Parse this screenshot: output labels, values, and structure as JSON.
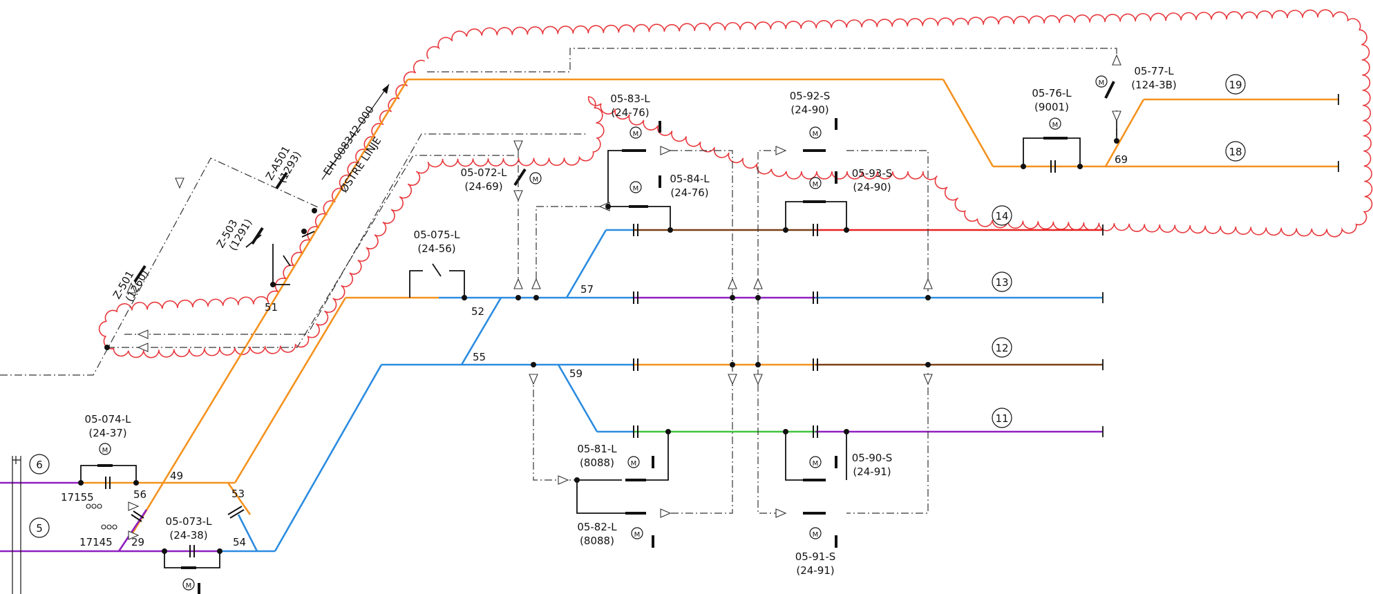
{
  "colors": {
    "orange": "#f5921e",
    "blue": "#2b8ce0",
    "purple": "#8f1fc1",
    "red": "#e8211f",
    "brown": "#7a3f15",
    "green": "#3fc43c",
    "cloud": "#e8383c",
    "black": "#111111"
  },
  "line_direction": {
    "text": "EH-008342-000",
    "subtext": "ØSTRE LINJE"
  },
  "tracks": [
    {
      "id": "19",
      "label": "19"
    },
    {
      "id": "18",
      "label": "18"
    },
    {
      "id": "14",
      "label": "14"
    },
    {
      "id": "13",
      "label": "13"
    },
    {
      "id": "12",
      "label": "12"
    },
    {
      "id": "11",
      "label": "11"
    },
    {
      "id": "6",
      "label": "6"
    },
    {
      "id": "5",
      "label": "5"
    }
  ],
  "switch_numbers": [
    "49",
    "51",
    "52",
    "53",
    "54",
    "55",
    "56",
    "57",
    "59",
    "69",
    "29"
  ],
  "axle_counters": [
    "17155",
    "17145"
  ],
  "switches": [
    {
      "name": "05-074-L",
      "ref": "(24-37)"
    },
    {
      "name": "05-073-L",
      "ref": "(24-38)"
    },
    {
      "name": "05-075-L",
      "ref": "(24-56)"
    },
    {
      "name": "05-072-L",
      "ref": "(24-69)"
    },
    {
      "name": "05-83-L",
      "ref": "(24-76)"
    },
    {
      "name": "05-84-L",
      "ref": "(24-76)"
    },
    {
      "name": "05-92-S",
      "ref": "(24-90)"
    },
    {
      "name": "05-93-S",
      "ref": "(24-90)"
    },
    {
      "name": "05-76-L",
      "ref": "(9001)"
    },
    {
      "name": "05-77-L",
      "ref": "(124-3B)"
    },
    {
      "name": "05-81-L",
      "ref": "(8088)"
    },
    {
      "name": "05-82-L",
      "ref": "(8088)"
    },
    {
      "name": "05-90-S",
      "ref": "(24-91)"
    },
    {
      "name": "05-91-S",
      "ref": "(24-91)"
    }
  ],
  "z_devices": [
    {
      "name": "Z-501",
      "ref": "(1260)"
    },
    {
      "name": "Z-503",
      "ref": "(1291)"
    },
    {
      "name": "Z-A501",
      "ref": "(1293)"
    }
  ],
  "motor_symbol": "M"
}
